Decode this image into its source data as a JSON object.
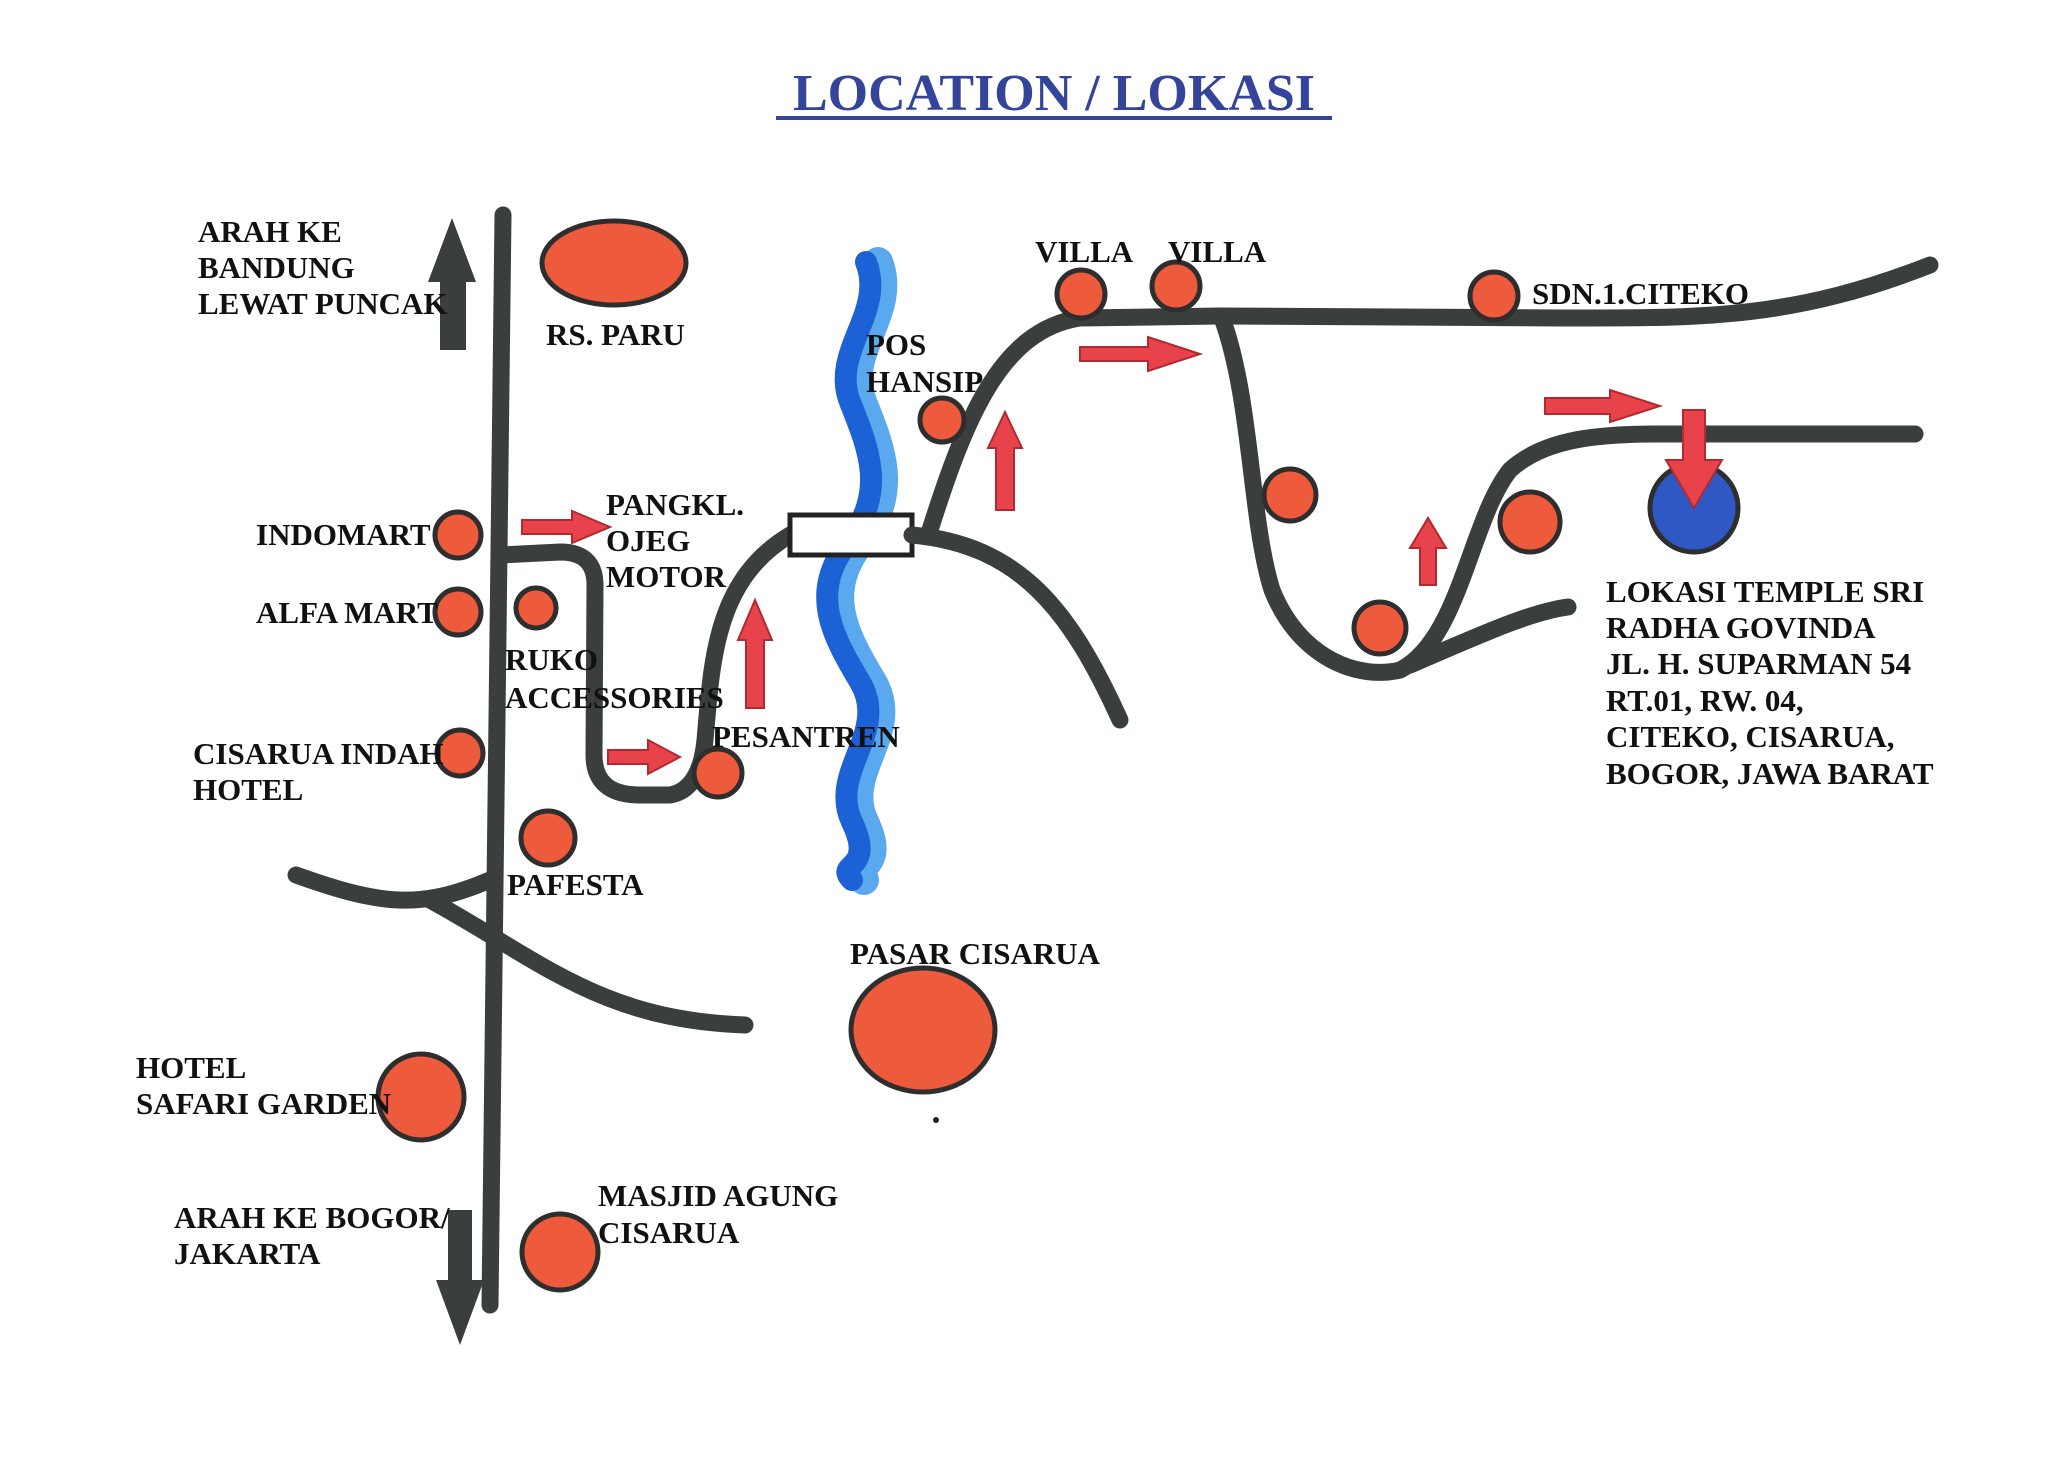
{
  "title": "LOCATION / LOKASI",
  "colors": {
    "title": "#33449a",
    "road": "#3a3e3c",
    "landmark": "#ee5a3c",
    "landmark_outline": "#2e2e2e",
    "arrow": "#e8434b",
    "river_dark": "#1d61d6",
    "river_light": "#5aa9ee",
    "destination": "#2e58c4"
  },
  "directions": {
    "to_bandung": [
      "ARAH KE",
      "BANDUNG",
      "LEWAT PUNCAK"
    ],
    "to_bogor": [
      "ARAH KE BOGOR/",
      "JAKARTA"
    ]
  },
  "places": {
    "rs_paru": "RS. PARU",
    "indomart": "INDOMART",
    "alfa_mart": "ALFA MART",
    "ruko": [
      "RUKO",
      "ACCESSORIES"
    ],
    "cisarua_indah": [
      "CISARUA INDAH",
      "HOTEL"
    ],
    "pafesta": "PAFESTA",
    "pangkalan": [
      "PANGKL.",
      "OJEG",
      "MOTOR"
    ],
    "pesantren": "PESANTREN",
    "pos_hansip": [
      "POS",
      "HANSIP"
    ],
    "villa_1": "VILLA",
    "villa_2": "VILLA",
    "sdn": "SDN.1.CITEKO",
    "pasar": "PASAR CISARUA",
    "safari": [
      "HOTEL",
      "SAFARI GARDEN"
    ],
    "masjid": [
      "MASJID AGUNG",
      "CISARUA"
    ]
  },
  "destination": {
    "lines": [
      "LOKASI  TEMPLE SRI",
      "RADHA GOVINDA",
      "JL. H. SUPARMAN 54",
      "RT.01, RW. 04,",
      "CITEKO, CISARUA,",
      "BOGOR, JAWA BARAT"
    ]
  }
}
